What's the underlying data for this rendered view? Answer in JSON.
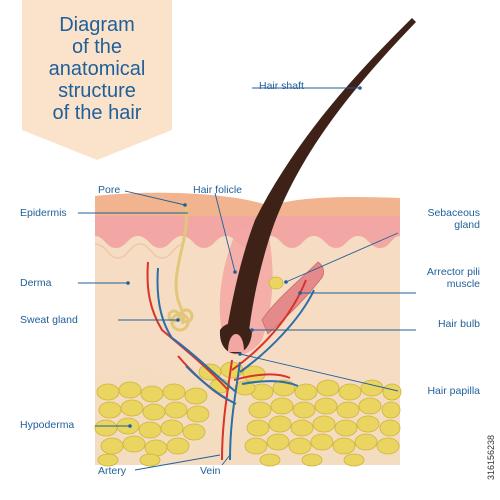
{
  "title": {
    "lines": [
      "Diagram",
      "of the",
      "anatomical",
      "structure",
      "of the hair"
    ]
  },
  "labels": {
    "hair_shaft": "Hair shaft",
    "pore": "Pore",
    "hair_folicle": "Hair folicle",
    "epidermis": "Epidermis",
    "sebaceous_gland_line1": "Sebaceous",
    "sebaceous_gland_line2": "gland",
    "derma": "Derma",
    "arrector_pili_line1": "Arrector pili",
    "arrector_pili_line2": "muscle",
    "sweat_gland": "Sweat gland",
    "hair_bulb": "Hair bulb",
    "hair_papilla": "Hair papilla",
    "hypoderma": "Hypoderma",
    "artery": "Artery",
    "vein": "Vein"
  },
  "watermark": "316156238",
  "colors": {
    "label_text": "#1f5f9a",
    "banner": "#fbe3cb",
    "epidermis_top": "#f2b48e",
    "epidermis_pink": "#f3a7a4",
    "derma": "#f6dcc2",
    "hypoderma": "#f3dcc0",
    "fat_cells": "#e9d560",
    "hair": "#3e2218",
    "artery": "#d9342b",
    "vein": "#2b6ea8",
    "sweat_gland": "#e2c77a"
  }
}
